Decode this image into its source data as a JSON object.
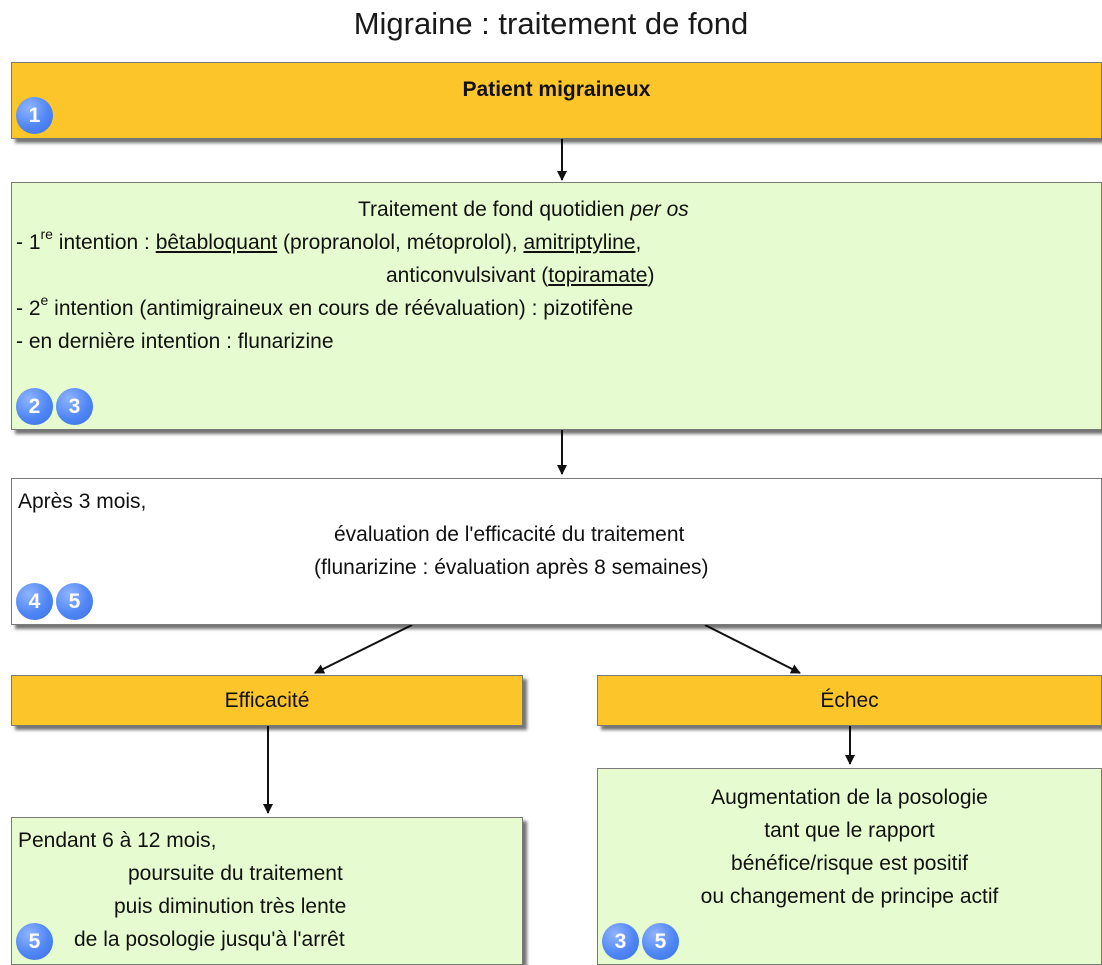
{
  "title": "Migraine : traitement de fond",
  "patient": {
    "label": "Patient migraineux",
    "badges": [
      "1"
    ]
  },
  "treatment": {
    "heading": "Traitement de fond quotidien ",
    "heading_italic": "per os",
    "first_prefix": "- 1",
    "first_sup": "re",
    "first_text": " intention : ",
    "betabloquant": "bêtabloquant",
    "beta_detail": " (propranolol, métoprolol), ",
    "amitriptyline": "amitriptyline",
    "comma": ",",
    "anticonvulsivant": "anticonvulsivant (",
    "topiramate": "topiramate",
    "close_paren": ")",
    "second_prefix": "- 2",
    "second_sup": "e",
    "second_text": " intention (antimigraineux en cours de réévaluation) : pizotifène",
    "last_line": "- en dernière intention : flunarizine",
    "badges": [
      "2",
      "3"
    ]
  },
  "evaluation": {
    "line1": "Après 3 mois,",
    "line2": "évaluation de l'efficacité du traitement",
    "line3": "(flunarizine : évaluation après 8 semaines)",
    "badges": [
      "4",
      "5"
    ]
  },
  "efficacite": {
    "label": "Efficacité"
  },
  "echec": {
    "label": "Échec"
  },
  "continuation": {
    "line1": "Pendant 6 à 12 mois,",
    "line2": "poursuite du traitement",
    "line3": "puis diminution très lente",
    "line4": "de la posologie jusqu'à l'arrêt",
    "badges": [
      "5"
    ]
  },
  "augmentation": {
    "line1": "Augmentation de la posologie",
    "line2": "tant que le rapport",
    "line3": "bénéfice/risque est positif",
    "line4": "ou changement de principe actif",
    "badges": [
      "3",
      "5"
    ]
  },
  "colors": {
    "header": "#fcc62a",
    "treatment": "#e6fbcf",
    "badge": "#4f86f5"
  }
}
